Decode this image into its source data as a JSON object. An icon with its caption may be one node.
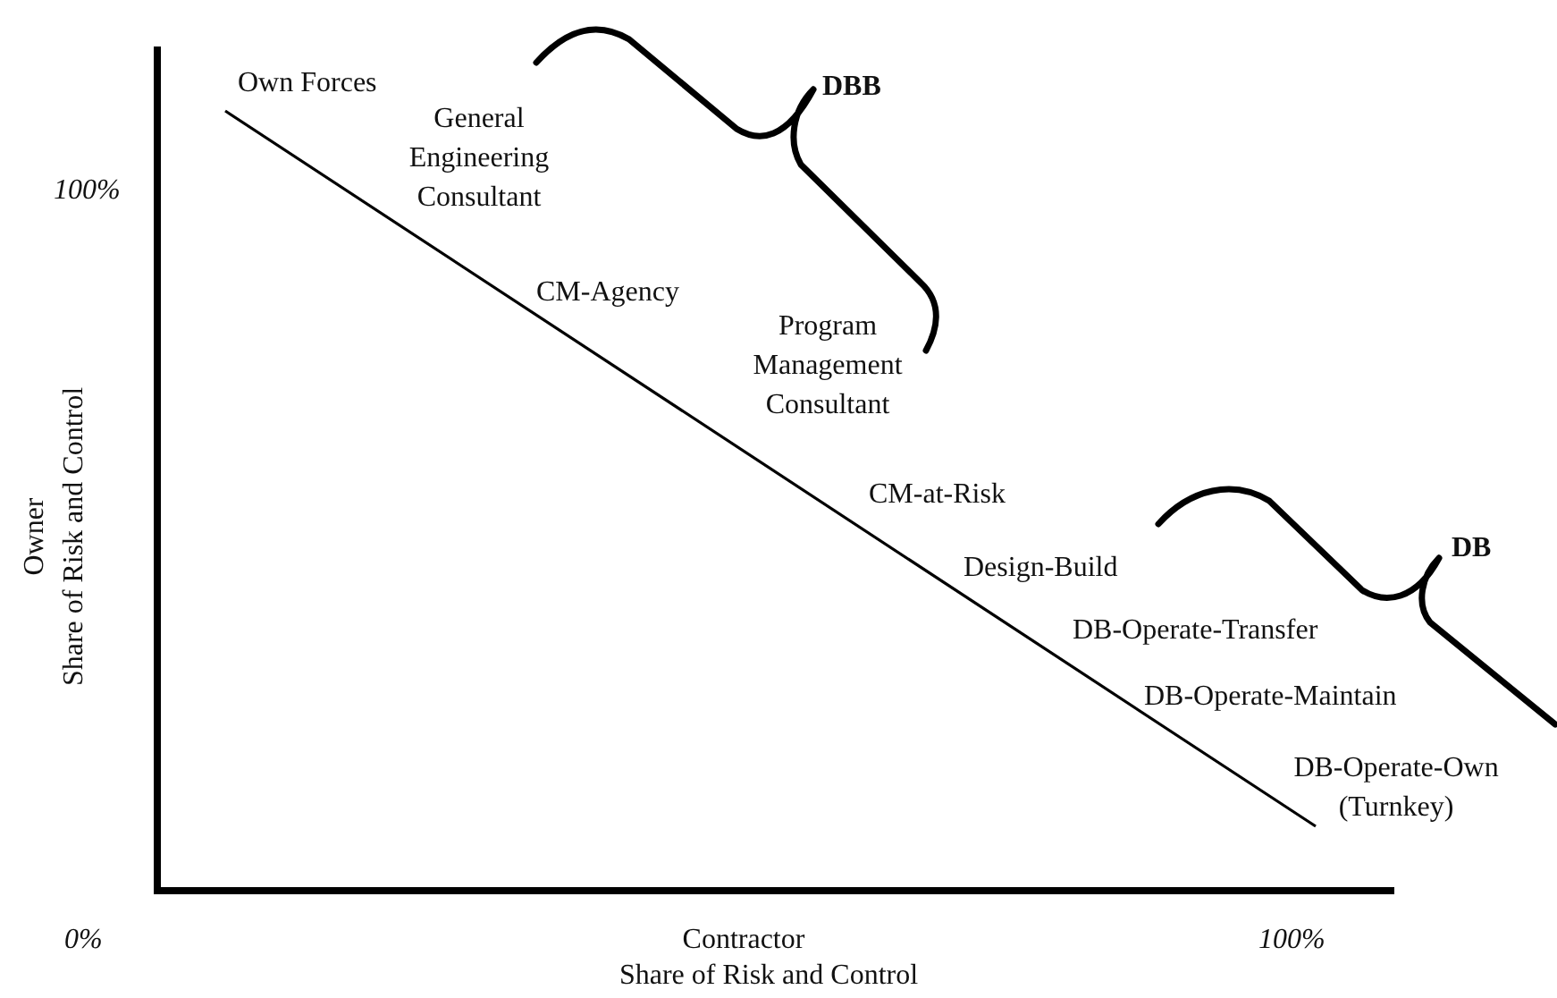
{
  "diagram": {
    "labels": [
      "DBB",
      "Own Forces",
      "General Engineering Consultant",
      "100%",
      "CM-Agency",
      "Program Management Consultant",
      "CM-at-Risk",
      "Design-Build",
      "DB",
      "DB-Operate-Transfer",
      "DB-Operate-Maintain",
      "DB-Operate-Own (Turnkey)",
      "Owner",
      "Share of Risk and Control",
      "0%",
      "Contractor",
      "100%",
      "Share of Risk and Control"
    ]
  }
}
